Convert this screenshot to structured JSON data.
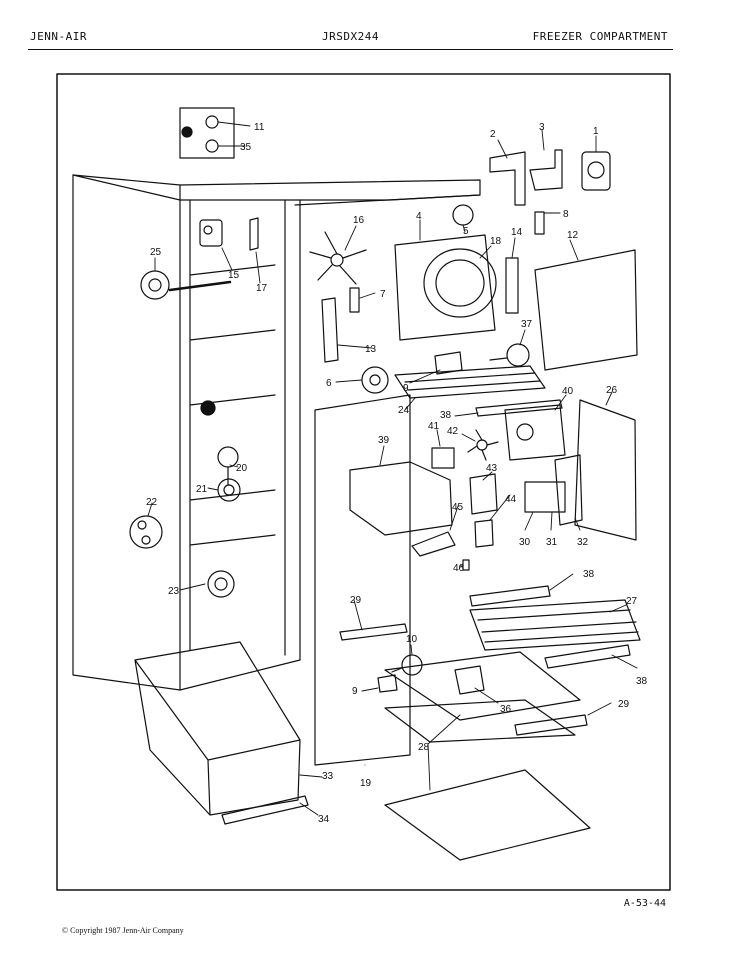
{
  "header": {
    "brand": "JENN-AIR",
    "model": "JRSDX244",
    "section": "FREEZER COMPARTMENT"
  },
  "footer": {
    "page_ref": "A-53-44",
    "copyright": "© Copyright 1987 Jenn-Air Company"
  },
  "callouts": [
    "11",
    "35",
    "2",
    "3",
    "1",
    "8",
    "16",
    "4",
    "5",
    "18",
    "14",
    "12",
    "25",
    "15",
    "17",
    "7",
    "13",
    "37",
    "6",
    "9",
    "24",
    "38",
    "40",
    "26",
    "41",
    "42",
    "39",
    "20",
    "43",
    "21",
    "22",
    "44",
    "45",
    "30",
    "31",
    "32",
    "46",
    "23",
    "38",
    "27",
    "29",
    "10",
    "9",
    "36",
    "29",
    "38",
    "33",
    "19",
    "28",
    "34"
  ]
}
